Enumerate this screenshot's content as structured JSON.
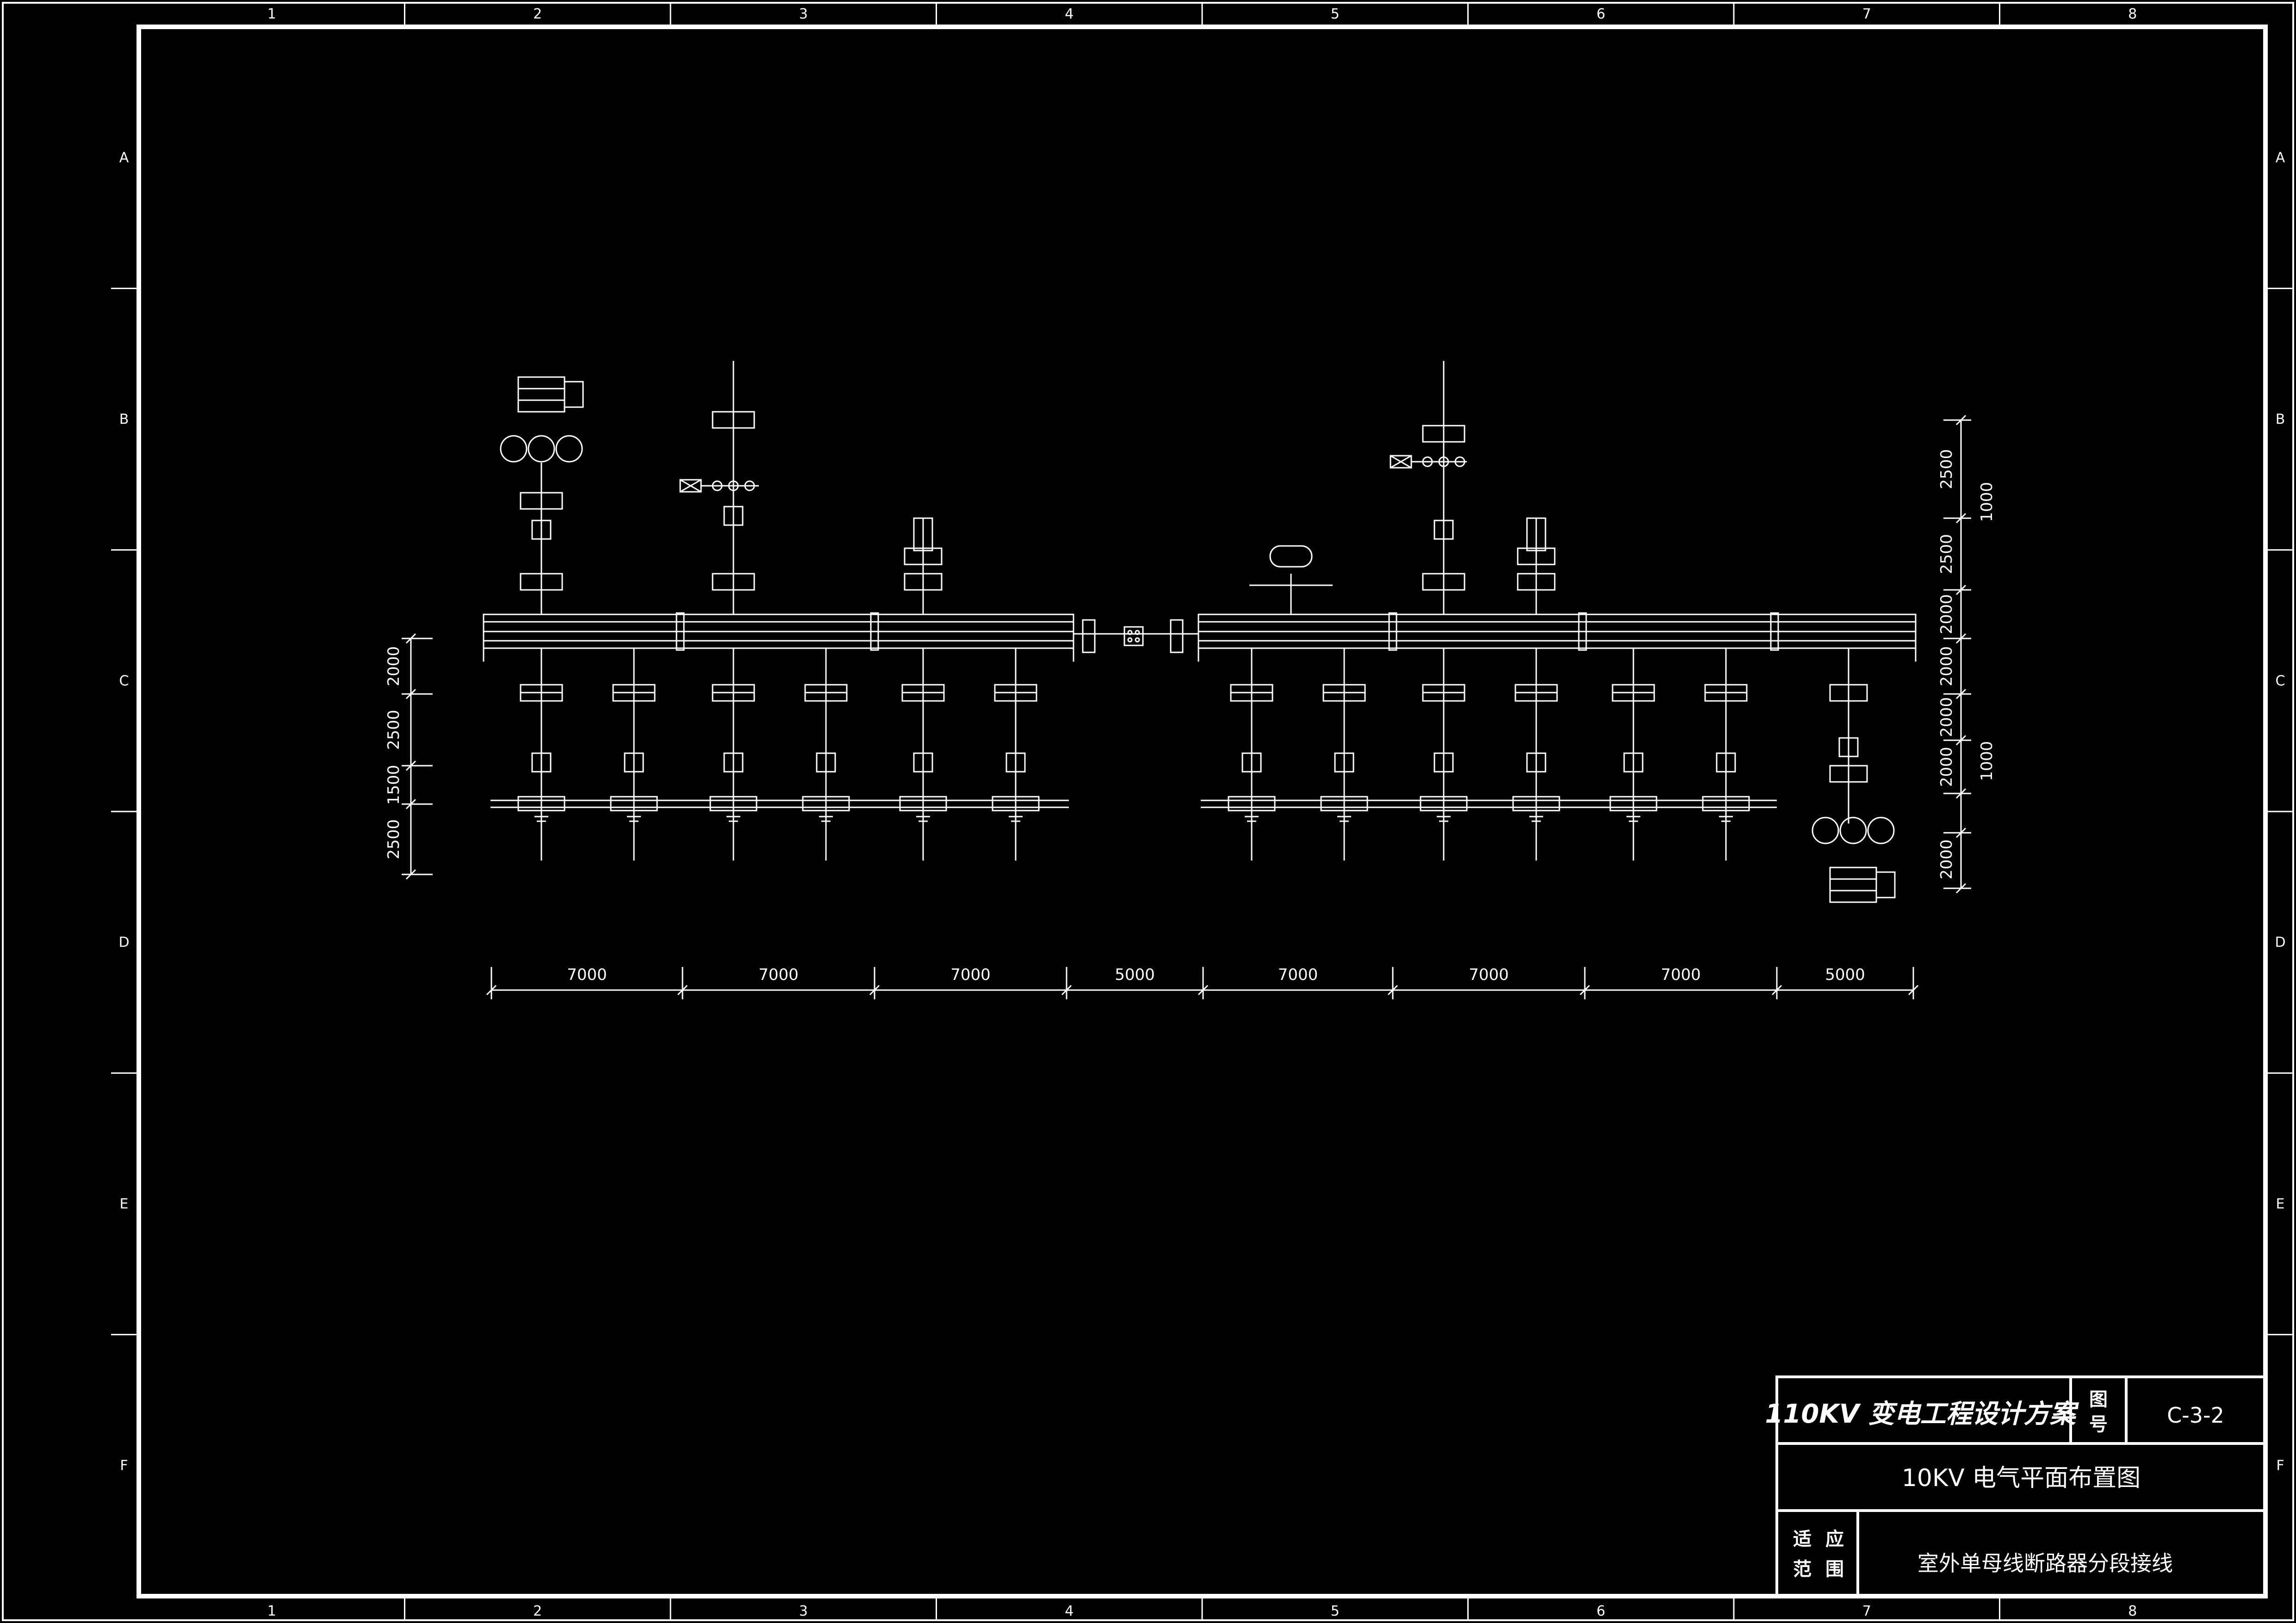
{
  "grid": {
    "columns": [
      "1",
      "2",
      "3",
      "4",
      "5",
      "6",
      "7",
      "8"
    ],
    "rows": [
      "A",
      "B",
      "C",
      "D",
      "E",
      "F"
    ]
  },
  "dimensions": {
    "bottom": [
      "7000",
      "7000",
      "7000",
      "5000",
      "7000",
      "7000",
      "7000",
      "5000"
    ],
    "left": [
      "2000",
      "2500",
      "1500",
      "2500"
    ],
    "right_top": [
      "2500",
      "2500",
      "2000",
      "2000"
    ],
    "right_bottom": [
      "2000",
      "2000",
      "2000"
    ],
    "right_outer": [
      "1000",
      "1000"
    ]
  },
  "title_block": {
    "project": "110KV 变电工程设计方案",
    "drawing_no_label_1": "图",
    "drawing_no_label_2": "号",
    "drawing_no": "C-3-2",
    "drawing_title": "10KV 电气平面布置图",
    "scope_label_1": "适",
    "scope_label_2": "应",
    "scope_label_3": "范",
    "scope_label_4": "围",
    "scope": "室外单母线断路器分段接线"
  },
  "colors": {
    "background": "#000000",
    "lines": "#ffffff"
  }
}
